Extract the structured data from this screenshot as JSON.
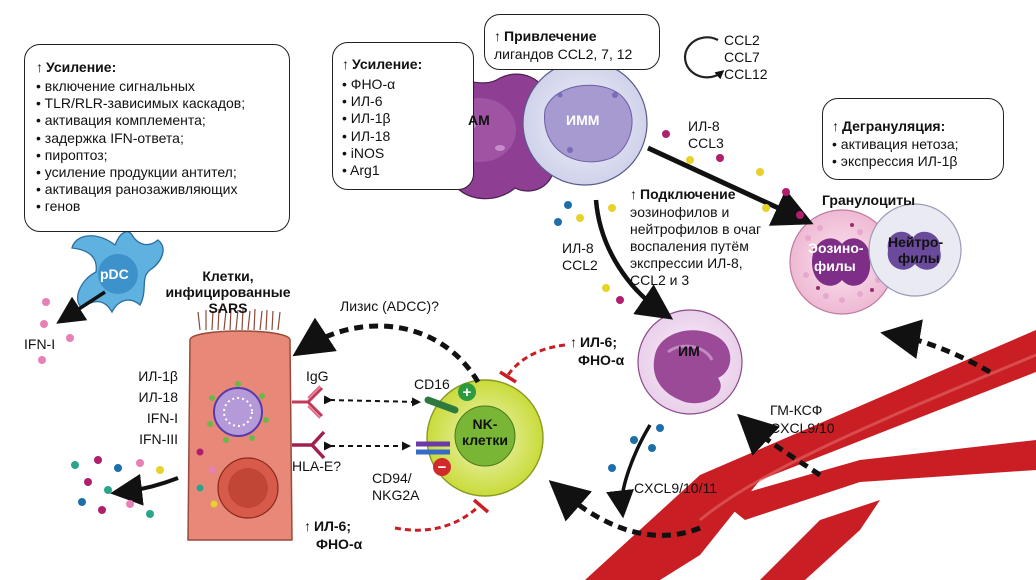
{
  "box_left": {
    "heading": "Усиление:",
    "items": [
      "включение сигнальных",
      "TLR/RLR-зависимых каскадов;",
      "активация комплемента;",
      "задержка IFN-ответа;",
      "пироптоз;",
      "усиление продукции антител;",
      "активация ранозаживляющих",
      "генов"
    ]
  },
  "box_mid": {
    "heading": "Усиление:",
    "items": [
      "ФНО-α",
      "ИЛ-6",
      "ИЛ-1β",
      "ИЛ-18",
      "iNOS",
      "Arg1"
    ]
  },
  "box_top": {
    "heading": "Привлечение",
    "line2": "лигандов CCL2, 7, 12"
  },
  "cycle_labels": [
    "CCL2",
    "CCL7",
    "CCL12"
  ],
  "box_right": {
    "heading": "Дегрануляция:",
    "items": [
      "активация нетоза;",
      "экспрессия ИЛ-1β"
    ]
  },
  "cells": {
    "am": "АМ",
    "imm": "ИММ",
    "im": "ИМ",
    "nk_line1": "NK-",
    "nk_line2": "клетки",
    "pdc": "pDC",
    "granulocytes": "Гранулоциты",
    "eosin_line1": "Эозино-",
    "eosin_line2": "филы",
    "neutro_line1": "Нейтро-",
    "neutro_line2": "филы"
  },
  "labels": {
    "sars_line1": "Клетки,",
    "sars_line2": "инфицированные",
    "sars_line3": "SARS",
    "ifn_i": "IFN-I",
    "il8_ccl3_1": "ИЛ-8",
    "il8_ccl3_2": "CCL3",
    "recruit_heading": "Подключение",
    "recruit_lines": [
      "эозинофилов и",
      "нейтрофилов в очаг",
      "воспаления путём",
      "экспрессии ИЛ-8,",
      "CCL2 и 3"
    ],
    "il8_ccl2_1": "ИЛ-8",
    "il8_ccl2_2": "CCL2",
    "lysis": "Лизис (ADCC)?",
    "il6_fno_top_1": "ИЛ-6;",
    "il6_fno_top_2": "ФНО-α",
    "il6_fno_bottom_1": "ИЛ-6;",
    "il6_fno_bottom_2": "ФНО-α",
    "cytokines_left": [
      "ИЛ-1β",
      "ИЛ-18",
      "IFN-I",
      "IFN-III"
    ],
    "igg": "IgG",
    "hla": "HLA-E?",
    "cd16": "CD16",
    "cd94_1": "CD94/",
    "cd94_2": "NKG2A",
    "gm_csf_1": "ГМ-КСФ",
    "gm_csf_2": "CXCL9/10",
    "cxcl_bottom": "CXCL9/10/11"
  },
  "colors": {
    "am": "#8e3f93",
    "imm_nucleus": "#a79ad0",
    "im": "#9a4a97",
    "nk": "#d8e85a",
    "pdc": "#5fb2e0",
    "sars_cell": "#e88878",
    "vessel": "#c81e24",
    "cd16": "#2e7a3e",
    "hla": "#a02052",
    "dot_magenta": "#b01f6e",
    "dot_blue": "#1e6fa8",
    "dot_yellow": "#e8d22a",
    "dot_pink": "#f0a8c8",
    "dot_teal": "#2aa58c"
  }
}
